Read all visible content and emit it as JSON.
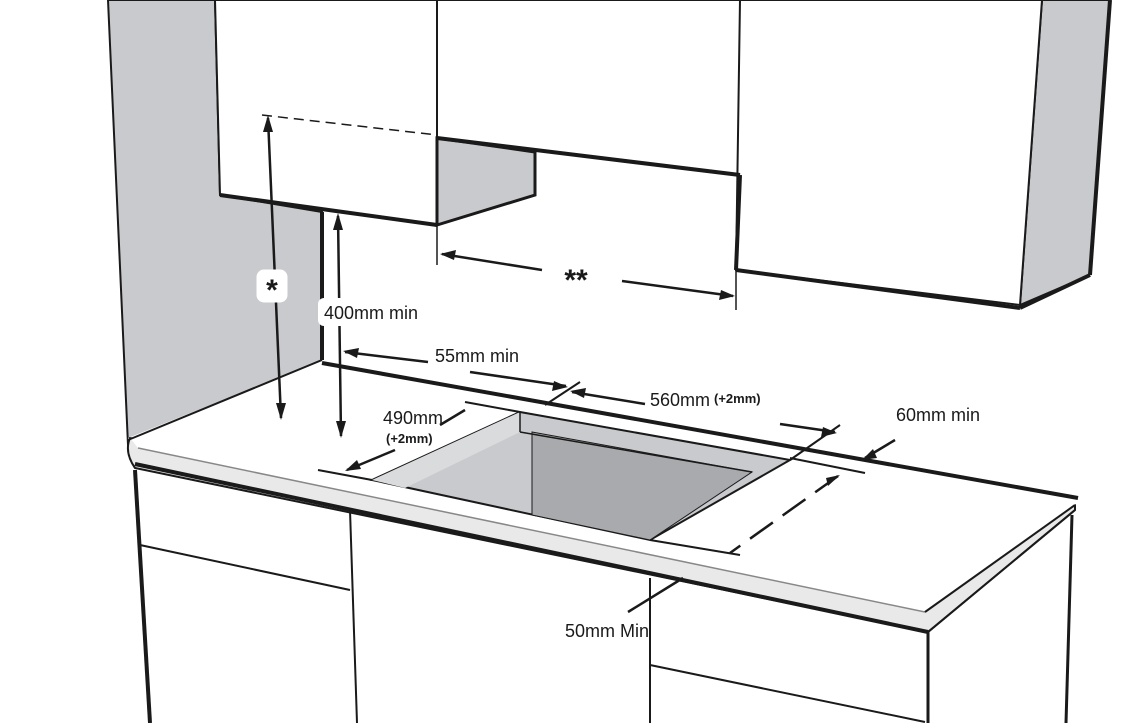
{
  "dimensions": {
    "cabinet_height_min": "400mm min",
    "rear_clearance": "55mm min",
    "cutout_width": "560mm",
    "cutout_width_tolerance": "(+2mm)",
    "cutout_depth": "490mm",
    "cutout_depth_tolerance": "(+2mm)",
    "side_clearance": "60mm min",
    "front_clearance": "50mm Min",
    "height_marker": "*",
    "width_marker": "**"
  },
  "colors": {
    "wall": "#c9cacd",
    "cutout_shadow": "#b3b4b7",
    "cutout_inner": "#dadbdd",
    "outline": "#1a1a1a",
    "surface": "#ffffff"
  }
}
